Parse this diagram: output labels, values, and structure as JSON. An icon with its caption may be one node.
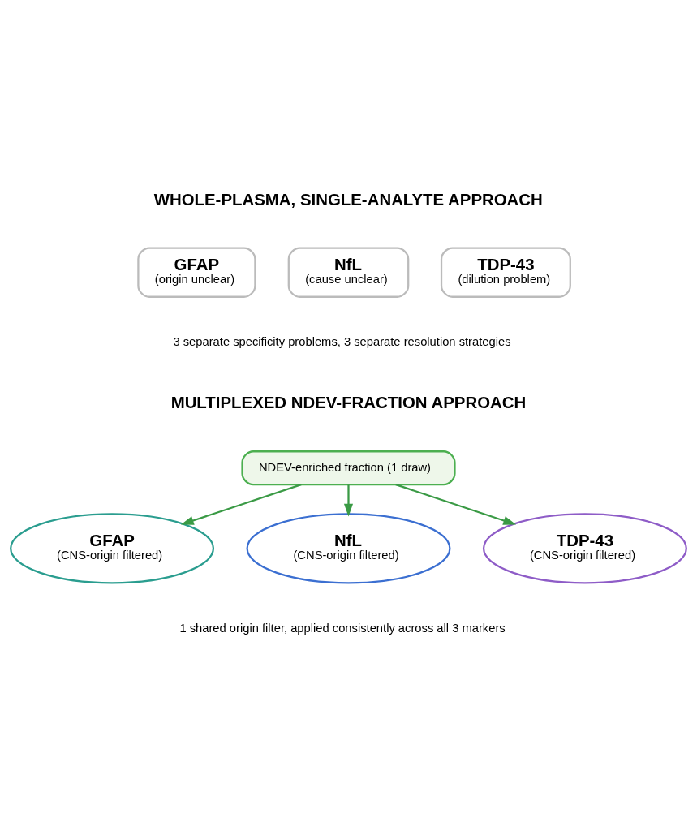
{
  "diagram": {
    "nodes": [
      {
        "text": [
          "GFAP",
          "(origin unclear)"
        ]
      },
      {
        "text": [
          "NfL",
          "(cause unclear)"
        ]
      },
      {
        "text": [
          "TDP-43",
          "(dilution problem)"
        ]
      },
      {
        "text": [
          "NDEV-enriched fraction (1 draw)"
        ]
      },
      {
        "text": [
          "GFAP",
          "(CNS-origin filtered)"
        ]
      },
      {
        "text": [
          "NfL",
          "(CNS-origin filtered)"
        ]
      },
      {
        "text": [
          "TDP-43",
          "(CNS-origin filtered)"
        ]
      }
    ],
    "edges": [
      {
        "from": 3,
        "to": 4,
        "arrow": "to"
      },
      {
        "from": 3,
        "to": 5,
        "arrow": "to"
      },
      {
        "from": 3,
        "to": 6,
        "arrow": "to"
      }
    ],
    "labels": [
      "WHOLE-PLASMA, SINGLE-ANALYTE APPROACH",
      "3 separate specificity problems, 3 separate resolution strategies",
      "MULTIPLEXED NDEV-FRACTION APPROACH",
      "1 shared origin filter, applied consistently across all 3 markers"
    ]
  }
}
